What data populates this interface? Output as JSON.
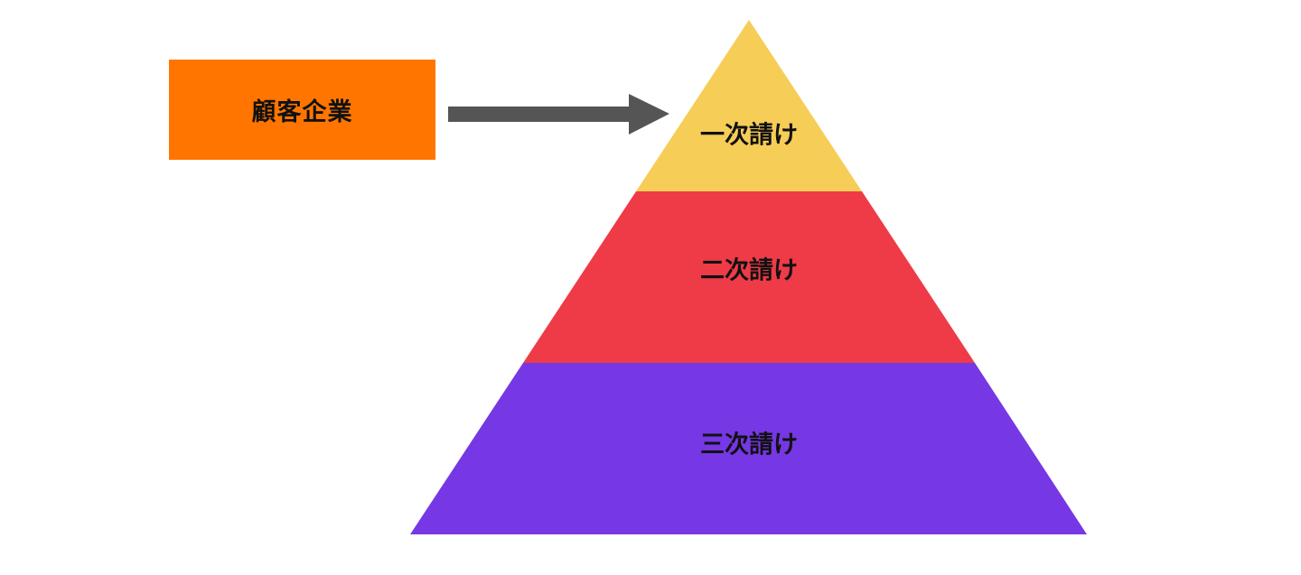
{
  "client": {
    "label": "顧客企業",
    "color": "#ff7500"
  },
  "arrow": {
    "color": "#555555"
  },
  "pyramid": {
    "tiers": [
      {
        "label": "一次請け",
        "color": "#f6cd57"
      },
      {
        "label": "二次請け",
        "color": "#ee3b47"
      },
      {
        "label": "三次請け",
        "color": "#7637e4"
      }
    ]
  }
}
